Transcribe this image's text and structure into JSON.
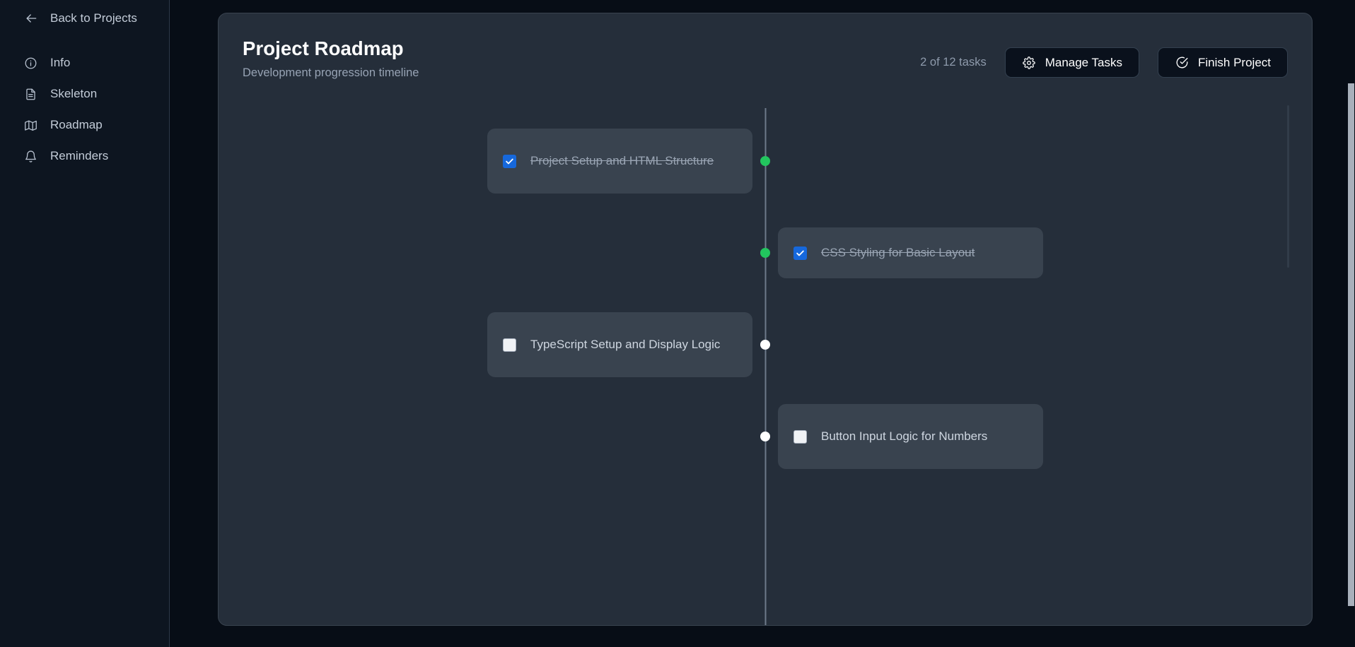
{
  "sidebar": {
    "back": {
      "label": "Back to Projects",
      "icon": "arrow-left-icon"
    },
    "items": [
      {
        "label": "Info",
        "icon": "info-circle-icon"
      },
      {
        "label": "Skeleton",
        "icon": "document-icon"
      },
      {
        "label": "Roadmap",
        "icon": "map-icon"
      },
      {
        "label": "Reminders",
        "icon": "bell-icon"
      }
    ]
  },
  "header": {
    "title": "Project Roadmap",
    "subtitle": "Development progression timeline",
    "task_counter": "2 of 12 tasks",
    "manage_button": {
      "label": "Manage Tasks",
      "icon": "gear-icon"
    },
    "finish_button": {
      "label": "Finish Project",
      "icon": "check-circle-icon"
    }
  },
  "timeline": {
    "tasks": [
      {
        "label": "Project Setup and HTML Structure",
        "completed": true,
        "side": "left",
        "dot": "green"
      },
      {
        "label": "CSS Styling for Basic Layout",
        "completed": true,
        "side": "right",
        "dot": "green"
      },
      {
        "label": "TypeScript Setup and Display Logic",
        "completed": false,
        "side": "left",
        "dot": "white"
      },
      {
        "label": "Button Input Logic for Numbers",
        "completed": false,
        "side": "right",
        "dot": "white"
      }
    ]
  },
  "colors": {
    "page_background": "#070d16",
    "sidebar_background": "#0d1520",
    "card_background": "#252e3a",
    "task_card_background": "#39434f",
    "accent_done": "#22c55e",
    "accent_pending": "#ffffff",
    "checkbox_checked": "#1668dc",
    "button_background": "#0a111c",
    "text_primary": "#ffffff",
    "text_muted": "#97a3b4"
  }
}
